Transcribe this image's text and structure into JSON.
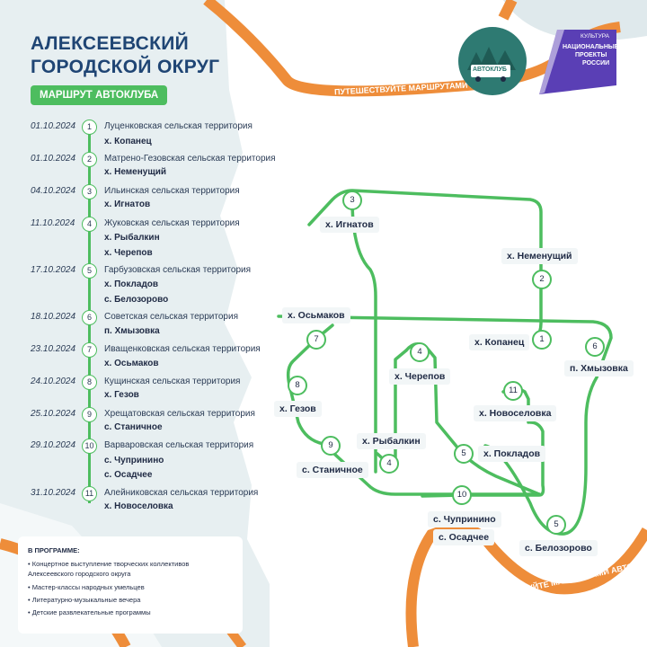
{
  "title": [
    "АЛЕКСЕЕВСКИЙ",
    "ГОРОДСКОЙ ОКРУГ"
  ],
  "route_badge": "МАРШРУТ АВТОКЛУБА",
  "logo_avtoklub": {
    "text": "АВТОКЛУБ"
  },
  "logo_np": {
    "top": "КУЛЬТУРА",
    "lines": [
      "НАЦИОНАЛЬНЫЕ",
      "ПРОЕКТЫ",
      "РОССИИ"
    ]
  },
  "banner_text": "ПУТЕШЕСТВУЙТЕ МАРШРУТАМИ АВТОКЛУБА",
  "schedule": [
    {
      "date": "01.10.2024",
      "num": "1",
      "territory": "Луценковская сельская территория",
      "villages": [
        "х. Копанец"
      ]
    },
    {
      "date": "01.10.2024",
      "num": "2",
      "territory": "Матрено-Гезовская сельская территория",
      "villages": [
        "х. Неменущий"
      ]
    },
    {
      "date": "04.10.2024",
      "num": "3",
      "territory": "Ильинская сельская территория",
      "villages": [
        "х. Игнатов"
      ]
    },
    {
      "date": "11.10.2024",
      "num": "4",
      "territory": "Жуковская сельская территория",
      "villages": [
        "х. Рыбалкин",
        "х. Черепов"
      ]
    },
    {
      "date": "17.10.2024",
      "num": "5",
      "territory": "Гарбузовская сельская территория",
      "villages": [
        "х. Покладов",
        "с. Белозорово"
      ]
    },
    {
      "date": "18.10.2024",
      "num": "6",
      "territory": "Советская сельская территория",
      "villages": [
        "п. Хмызовка"
      ]
    },
    {
      "date": "23.10.2024",
      "num": "7",
      "territory": "Иващенковская сельская территория",
      "villages": [
        "х. Осьмаков"
      ]
    },
    {
      "date": "24.10.2024",
      "num": "8",
      "territory": "Кущинская сельская территория",
      "villages": [
        "х. Гезов"
      ]
    },
    {
      "date": "25.10.2024",
      "num": "9",
      "territory": "Хрещатовская сельская территория",
      "villages": [
        "с. Станичное"
      ]
    },
    {
      "date": "29.10.2024",
      "num": "10",
      "territory": "Варваровская сельская территория",
      "villages": [
        "с. Чупринино",
        "с. Осадчее"
      ]
    },
    {
      "date": "31.10.2024",
      "num": "11",
      "territory": "Алейниковская сельская территория",
      "villages": [
        "х. Новоселовка"
      ]
    }
  ],
  "program": {
    "heading": "В ПРОГРАММЕ:",
    "items": [
      "Концертное выступление творческих коллективов Алексеевского городского округа",
      "Мастер-классы народных умельцев",
      "Литературно-музыкальные вечера",
      "Детские развлекательные программы"
    ]
  },
  "map_nodes": [
    {
      "num": "3",
      "label": "х. Игнатов"
    },
    {
      "num": "2",
      "label": "х. Неменущий"
    },
    {
      "num": "7",
      "label": "х. Осьмаков"
    },
    {
      "num": "1",
      "label": "х. Копанец"
    },
    {
      "num": "6",
      "label": "п. Хмызовка"
    },
    {
      "num": "4",
      "label": "х. Черепов"
    },
    {
      "num": "8",
      "label": "х. Гезов"
    },
    {
      "num": "11",
      "label": "х. Новоселовка"
    },
    {
      "num": "4",
      "label": "х. Рыбалкин"
    },
    {
      "num": "5",
      "label": "х. Покладов"
    },
    {
      "num": "9",
      "label": "с. Станичное"
    },
    {
      "num": "10",
      "label": "с. Чупринино"
    },
    {
      "num": "10",
      "label": "с. Осадчее"
    },
    {
      "num": "5",
      "label": "с. Белозорово"
    }
  ]
}
